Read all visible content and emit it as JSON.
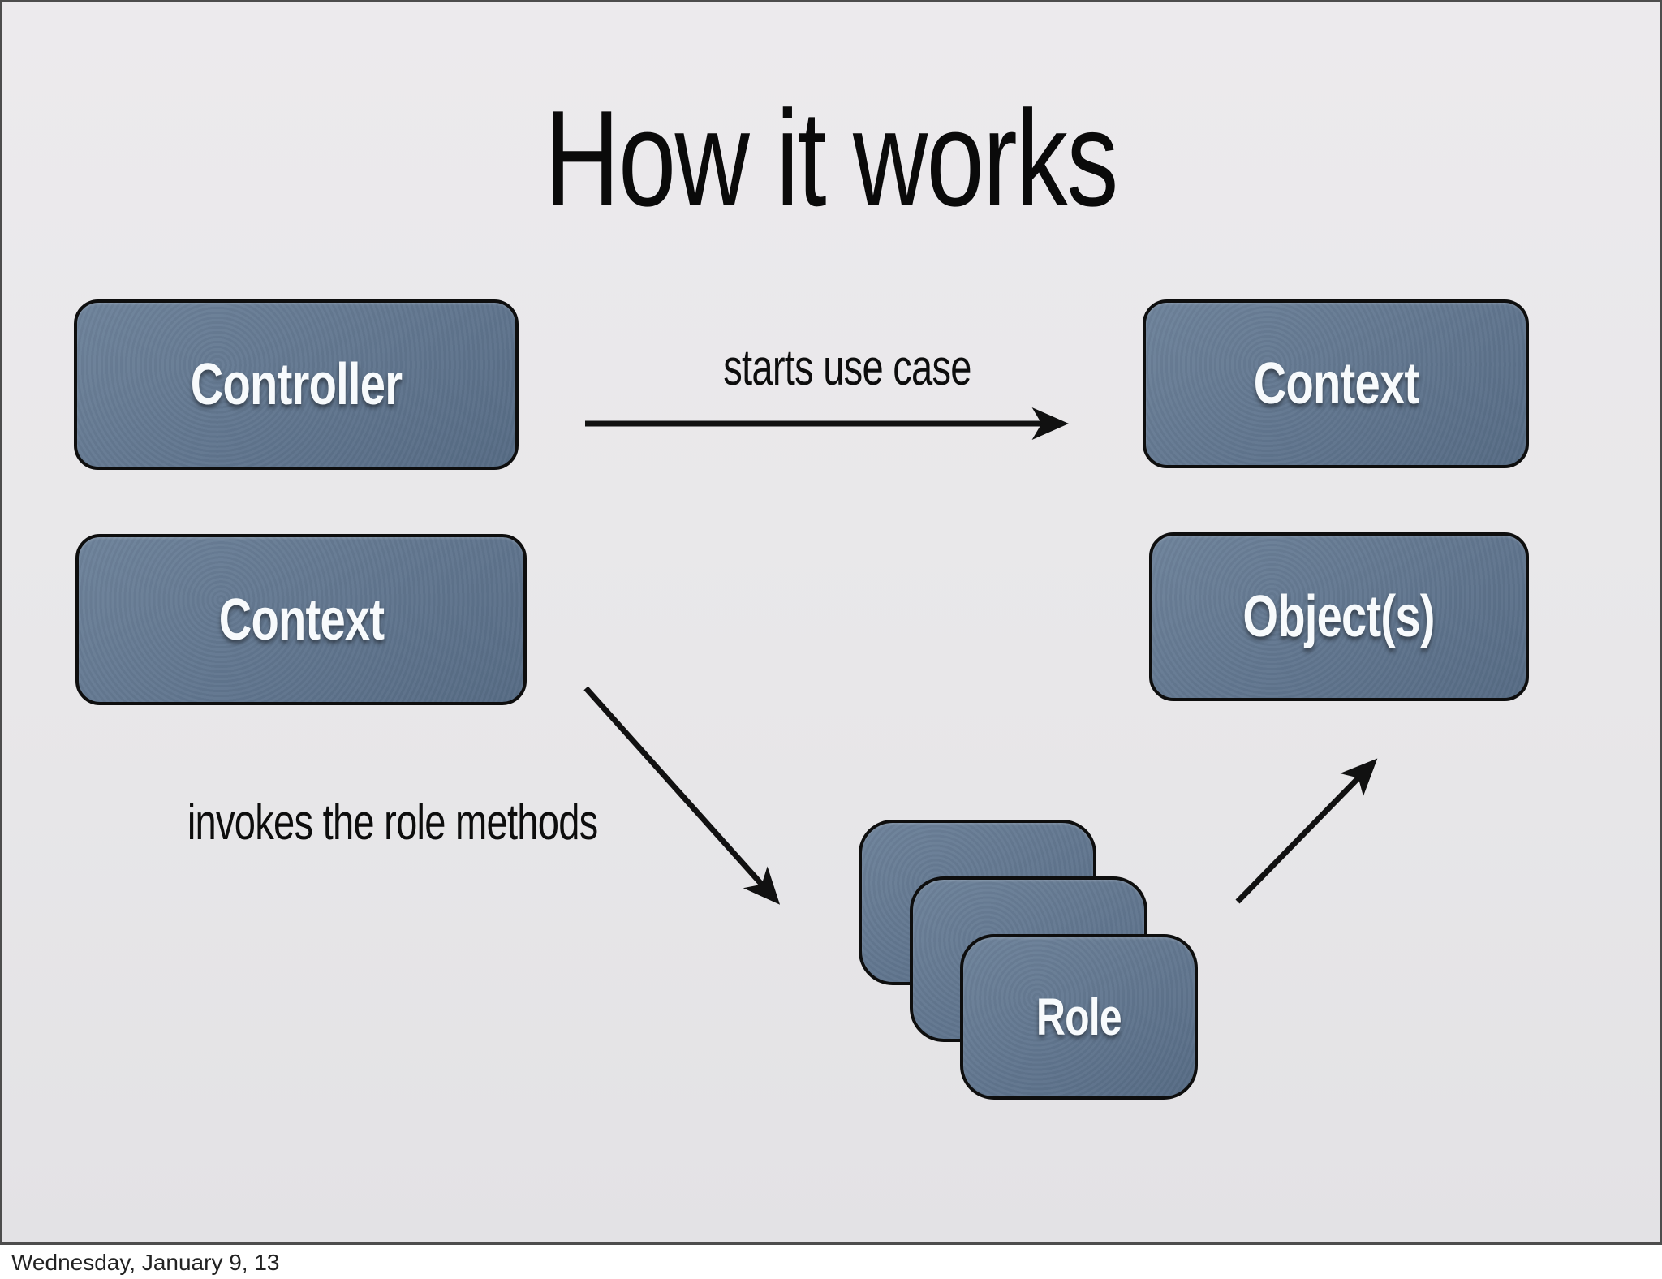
{
  "slide": {
    "title": "How it works",
    "boxes": {
      "controller": "Controller",
      "context_top": "Context",
      "context_left": "Context",
      "objects": "Object(s)",
      "role": "Role"
    },
    "labels": {
      "starts_use_case": "starts use case",
      "invokes_role_methods": "invokes the role methods"
    }
  },
  "footer": {
    "date": "Wednesday, January 9, 13"
  },
  "colors": {
    "slide_background": "#e8e7e9",
    "box_fill": "#5e7590",
    "box_border": "#0e0e0e",
    "box_text": "#f7fafc",
    "arrow": "#111111",
    "title_text": "#0a0a0a",
    "footer_text": "#222222"
  }
}
